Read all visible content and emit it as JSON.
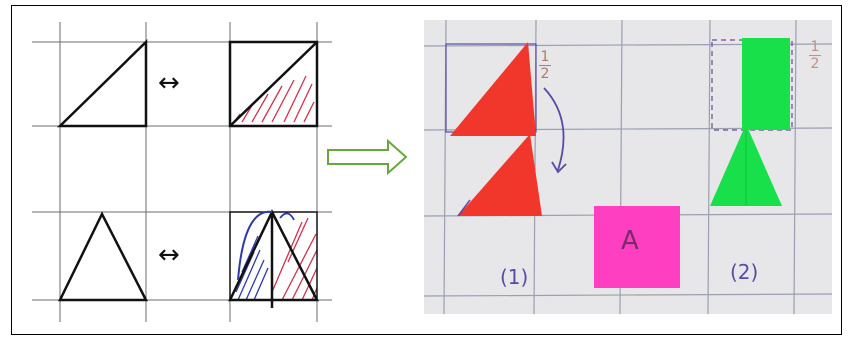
{
  "left_sketch": {
    "arrow_glyph": "↔",
    "grid_color": "#6b6b6b",
    "stroke_color": "#111111",
    "red_hatch_color": "#d0304f",
    "blue_hatch_color": "#2f3aa8"
  },
  "transition_arrow": {
    "color": "#67a83c"
  },
  "photo": {
    "background": "#e7e6e8",
    "grid_color": "#9aa0b0",
    "red_triangle_color": "#f1372c",
    "green_paper_color": "#18e04a",
    "note_color": "#ff3fc2",
    "fraction_1": {
      "numerator": "1",
      "denominator": "2"
    },
    "fraction_2": {
      "numerator": "1",
      "denominator": "2"
    },
    "note_text": "A",
    "label_1": "(1)",
    "label_2": "(2)"
  }
}
